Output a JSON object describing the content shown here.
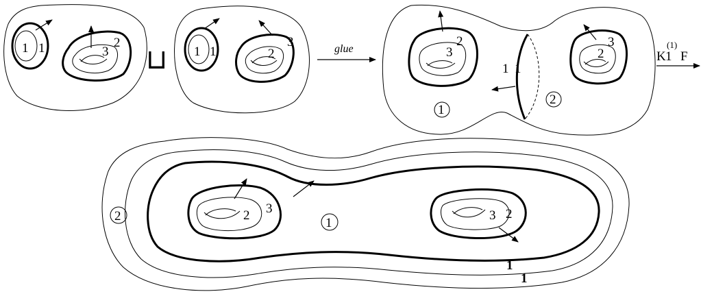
{
  "operators": {
    "disjoint_union": "⊔",
    "glue": "glue",
    "map_prefix": "K",
    "map_subscript": "1",
    "map_superscript": "(1)",
    "map_target": "F"
  },
  "labels": {
    "one": "1",
    "two": "2",
    "three": "3",
    "region_one": "1",
    "region_two": "2"
  }
}
